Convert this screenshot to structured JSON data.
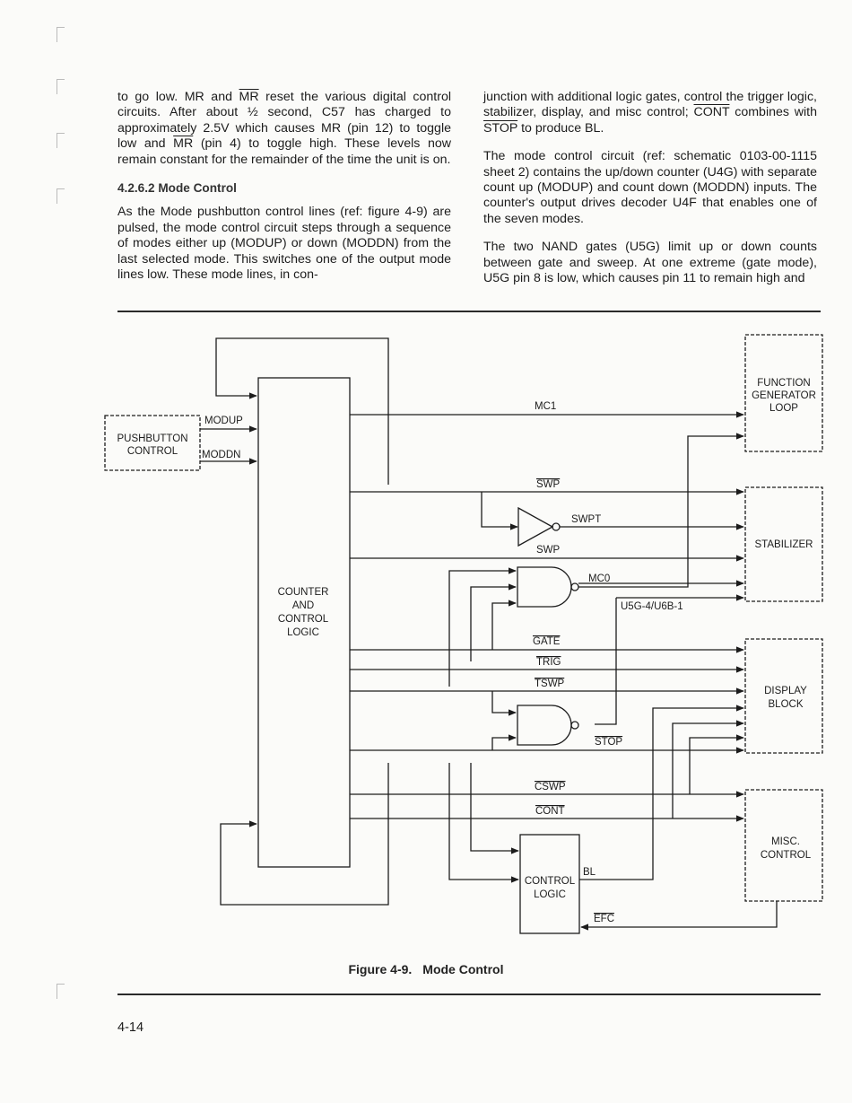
{
  "left_column": {
    "para1": {
      "a": "to go low. MR and ",
      "b": "MR",
      "c": " reset the various digital control circuits. After about ½ second, C57 has charged to approximately 2.5V which causes MR (pin 12) to toggle low and ",
      "d": "MR",
      "e": " (pin 4) to toggle high. These levels now remain constant for the remainder of the time the unit is on."
    },
    "heading": "4.2.6.2  Mode Control",
    "para2": "As the Mode pushbutton control lines (ref: figure 4-9) are pulsed, the mode control circuit steps through a sequence of modes either up (MODUP) or down (MODDN) from the last selected mode. This switches one of the output mode lines low. These mode lines, in con-"
  },
  "right_column": {
    "para1": {
      "a": "junction with additional logic gates, control the trigger logic, stabilizer, display, and misc control; ",
      "b": "CONT",
      "c": " combines with ",
      "d": "STOP",
      "e": " to produce BL."
    },
    "para2": "The mode control circuit (ref: schematic 0103-00-1115 sheet 2) contains the up/down counter (U4G) with separate count up (MODUP) and count down (MODDN) inputs. The counter's output drives decoder U4F that enables one of the seven modes.",
    "para3": "The two NAND gates (U5G) limit up or down counts between gate and sweep. At one extreme (gate mode), U5G pin 8 is low, which causes pin 11 to remain high and"
  },
  "diagram": {
    "pushbutton_l1": "PUSHBUTTON",
    "pushbutton_l2": "CONTROL",
    "modup": "MODUP",
    "moddn": "MODDN",
    "counter_l1": "COUNTER",
    "counter_l2": "AND",
    "counter_l3": "CONTROL",
    "counter_l4": "LOGIC",
    "func_l1": "FUNCTION",
    "func_l2": "GENERATOR",
    "func_l3": "LOOP",
    "stabilizer": "STABILIZER",
    "display_l1": "DISPLAY",
    "display_l2": "BLOCK",
    "misc_l1": "MISC.",
    "misc_l2": "CONTROL",
    "ctl_l1": "CONTROL",
    "ctl_l2": "LOGIC",
    "mc1": "MC1",
    "swp_bar": "SWP",
    "swpt": "SWPT",
    "swp": "SWP",
    "mc0": "MC0",
    "u5g": "U5G-4/U6B-1",
    "gate": "GATE",
    "trig": "TRIG",
    "tswp": "TSWP",
    "stop": "STOP",
    "cswp": "CSWP",
    "cont": "CONT",
    "bl": "BL",
    "efc": "EFC"
  },
  "caption": {
    "figure": "Figure 4-9.",
    "title": "Mode Control"
  },
  "page_number": "4-14"
}
